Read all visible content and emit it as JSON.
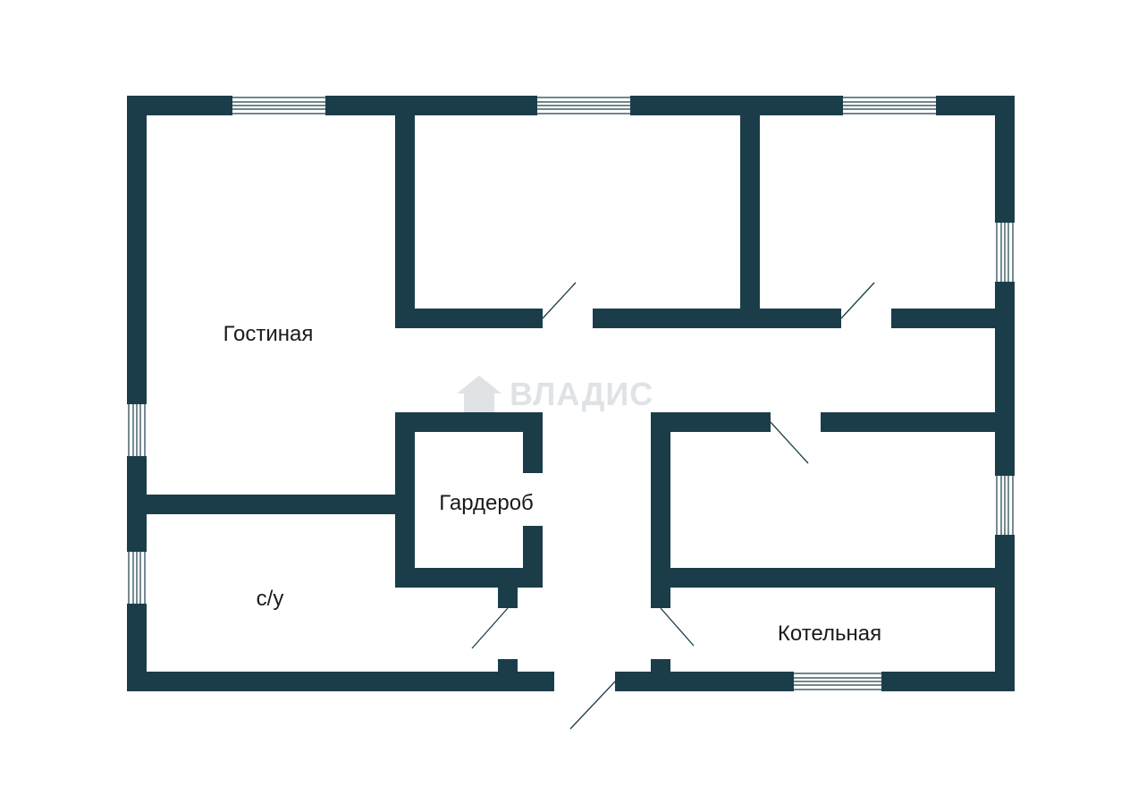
{
  "colors": {
    "wall": "#1b3d4a"
  },
  "rooms": {
    "living": "Гостиная",
    "wardrobe": "Гардероб",
    "bathroom": "с/у",
    "boiler": "Котельная"
  },
  "watermark": {
    "text": "ВЛАДИС",
    "icon": "house-icon"
  }
}
